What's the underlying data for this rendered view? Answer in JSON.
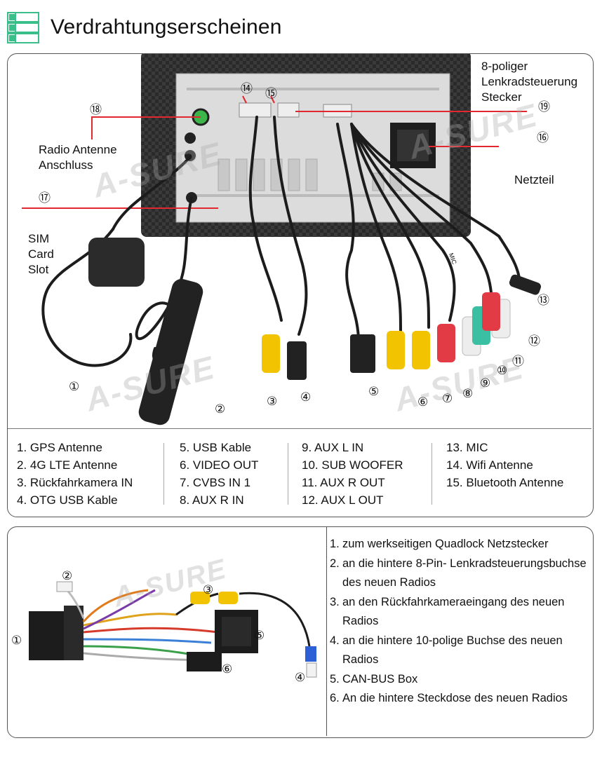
{
  "header": {
    "title": "Verdrahtungserscheinen"
  },
  "colors": {
    "icon_green": "#3bbf8a",
    "callout_red": "#e0282e",
    "panel_border": "#555555"
  },
  "watermark": "A-SURE",
  "photo_labels": {
    "radio_antenna": "Radio Antenne Anschluss",
    "sim_card_slot": "SIM Card Slot",
    "steering_connector": "8-poliger Lenkradsteuerung Stecker",
    "power": "Netzteil",
    "cable_mic": "MIC"
  },
  "photo_numbers": {
    "n1": "①",
    "n2": "②",
    "n3": "③",
    "n4": "④",
    "n5": "⑤",
    "n6": "⑥",
    "n7": "⑦",
    "n8": "⑧",
    "n9": "⑨",
    "n10": "⑩",
    "n11": "⑪",
    "n12": "⑫",
    "n13": "⑬",
    "n14": "⑭",
    "n15": "⑮",
    "n16": "⑯",
    "n17": "⑰",
    "n18": "⑱",
    "n19": "⑲"
  },
  "legend": {
    "col1": [
      "1. GPS Antenne",
      "2. 4G LTE Antenne",
      "3. Rückfahrkamera IN",
      "4. OTG USB Kable"
    ],
    "col2": [
      "5. USB Kable",
      "6. VIDEO OUT",
      "7. CVBS IN 1",
      "8. AUX R IN"
    ],
    "col3": [
      "9. AUX L IN",
      "10. SUB WOOFER",
      "11. AUX R OUT",
      "12. AUX L OUT"
    ],
    "col4": [
      "13. MIC",
      "14. Wifi Antenne",
      "15. Bluetooth Antenne"
    ]
  },
  "harness_numbers": {
    "h1": "①",
    "h2": "②",
    "h3": "③",
    "h4": "④",
    "h5": "⑤",
    "h6": "⑥"
  },
  "harness_list": [
    {
      "n": "1.",
      "text": "zum werkseitigen Quadlock Netzstecker"
    },
    {
      "n": "2.",
      "text": "an die hintere 8-Pin- Lenkradsteuerungsbuchse des neuen Radios"
    },
    {
      "n": "3.",
      "text": "an den Rückfahrkameraeingang des neuen Radios"
    },
    {
      "n": "4.",
      "text": "an die hintere 10-polige Buchse des neuen Radios"
    },
    {
      "n": "5.",
      "text": "CAN-BUS Box"
    },
    {
      "n": "6.",
      "text": "An die hintere Steckdose des neuen Radios"
    }
  ]
}
